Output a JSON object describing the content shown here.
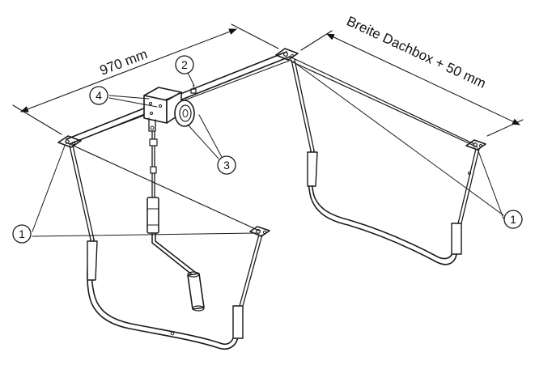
{
  "dimensions": {
    "width_label": "970 mm",
    "depth_label": "Breite Dachbox + 50 mm"
  },
  "callouts": {
    "one": "1",
    "two": "2",
    "three": "3",
    "four": "4"
  },
  "colors": {
    "line": "#1a1a1a",
    "background": "#ffffff"
  }
}
